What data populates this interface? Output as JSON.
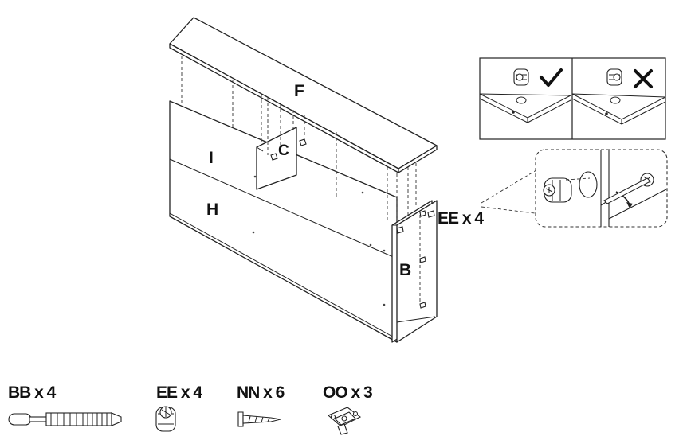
{
  "panels": {
    "top": "F",
    "upper_back": "I",
    "lower_back": "H",
    "divider": "C",
    "side": "B"
  },
  "callout": {
    "label": "EE x 4",
    "correct_icon": "checkmark-icon",
    "wrong_icon": "cross-icon"
  },
  "parts": [
    {
      "label": "BB x 4",
      "icon": "dowel-screw-icon"
    },
    {
      "label": "EE x 4",
      "icon": "cam-lock-icon"
    },
    {
      "label": "NN x 6",
      "icon": "wood-screw-icon"
    },
    {
      "label": "OO x 3",
      "icon": "hinge-plate-icon"
    }
  ]
}
